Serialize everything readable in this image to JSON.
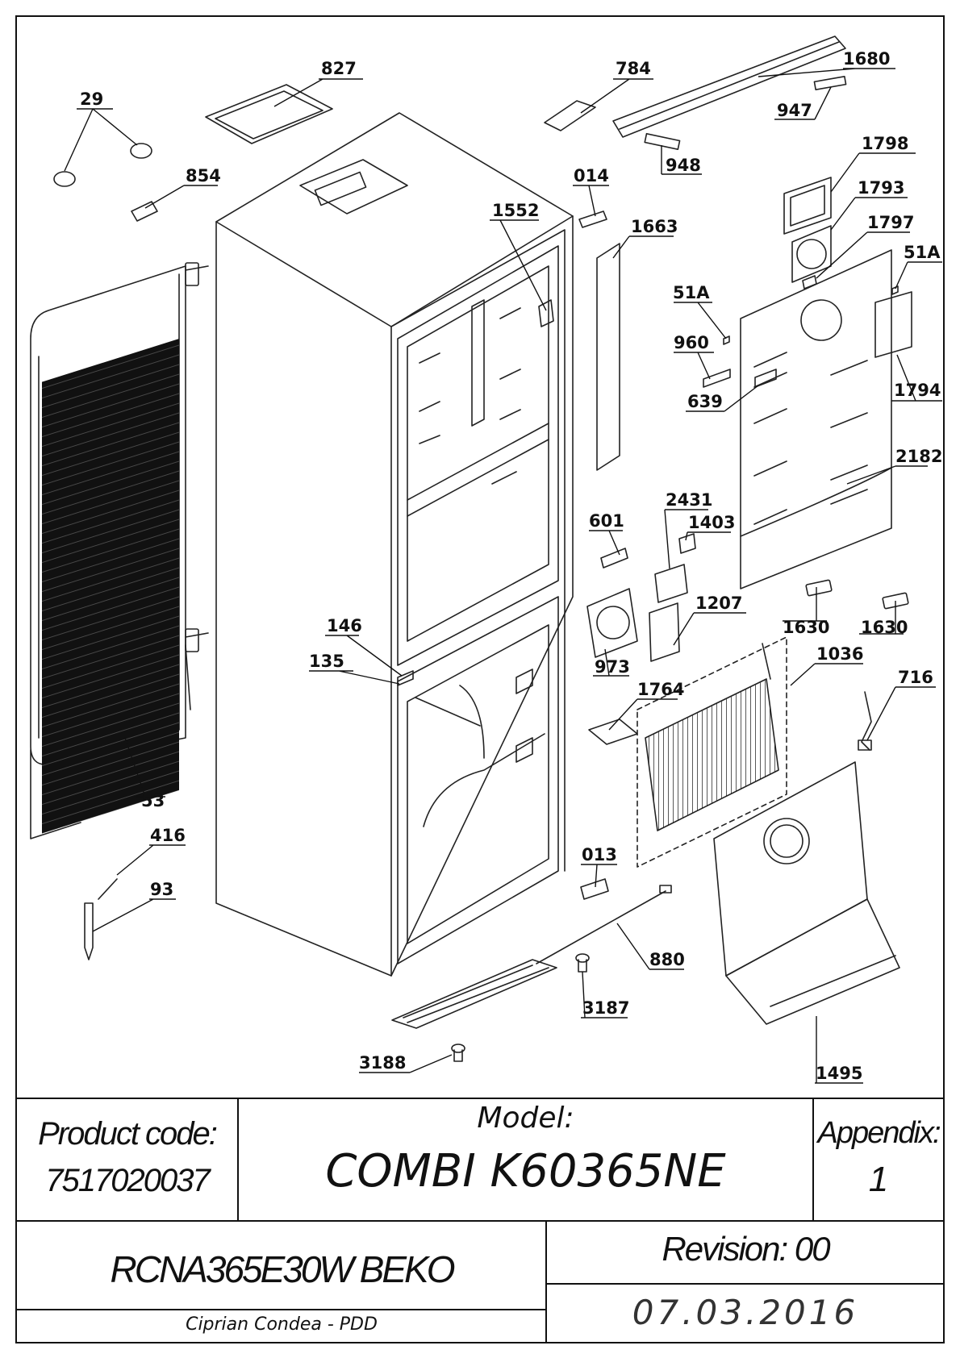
{
  "parts": [
    {
      "id": "p-29",
      "label": "29"
    },
    {
      "id": "p-827",
      "label": "827"
    },
    {
      "id": "p-784",
      "label": "784"
    },
    {
      "id": "p-1680",
      "label": "1680"
    },
    {
      "id": "p-947",
      "label": "947"
    },
    {
      "id": "p-948",
      "label": "948"
    },
    {
      "id": "p-854",
      "label": "854"
    },
    {
      "id": "p-014",
      "label": "014"
    },
    {
      "id": "p-1552",
      "label": "1552"
    },
    {
      "id": "p-1663",
      "label": "1663"
    },
    {
      "id": "p-1798",
      "label": "1798"
    },
    {
      "id": "p-1793",
      "label": "1793"
    },
    {
      "id": "p-1797",
      "label": "1797"
    },
    {
      "id": "p-51a-left",
      "label": "51A"
    },
    {
      "id": "p-51a-right",
      "label": "51A"
    },
    {
      "id": "p-960",
      "label": "960"
    },
    {
      "id": "p-1794",
      "label": "1794"
    },
    {
      "id": "p-639",
      "label": "639"
    },
    {
      "id": "p-2182",
      "label": "2182"
    },
    {
      "id": "p-2431",
      "label": "2431"
    },
    {
      "id": "p-601",
      "label": "601"
    },
    {
      "id": "p-1403",
      "label": "1403"
    },
    {
      "id": "p-1207",
      "label": "1207"
    },
    {
      "id": "p-1630a",
      "label": "1630"
    },
    {
      "id": "p-1630b",
      "label": "1630"
    },
    {
      "id": "p-146",
      "label": "146"
    },
    {
      "id": "p-135",
      "label": "135"
    },
    {
      "id": "p-973",
      "label": "973"
    },
    {
      "id": "p-1036",
      "label": "1036"
    },
    {
      "id": "p-716",
      "label": "716"
    },
    {
      "id": "p-1764",
      "label": "1764"
    },
    {
      "id": "p-53",
      "label": "53"
    },
    {
      "id": "p-416",
      "label": "416"
    },
    {
      "id": "p-93",
      "label": "93"
    },
    {
      "id": "p-013",
      "label": "013"
    },
    {
      "id": "p-880",
      "label": "880"
    },
    {
      "id": "p-3187",
      "label": "3187"
    },
    {
      "id": "p-3188",
      "label": "3188"
    },
    {
      "id": "p-1495",
      "label": "1495"
    }
  ],
  "title_block": {
    "product_code_label": "Product code:",
    "product_code": "7517020037",
    "model_label": "Model:",
    "model": "COMBI K60365NE",
    "appendix_label": "Appendix:",
    "appendix": "1",
    "model_code": "RCNA365E30W BEKO",
    "revision": "Revision: 00",
    "author": "Ciprian Condea - PDD",
    "date": "07.03.2016"
  }
}
